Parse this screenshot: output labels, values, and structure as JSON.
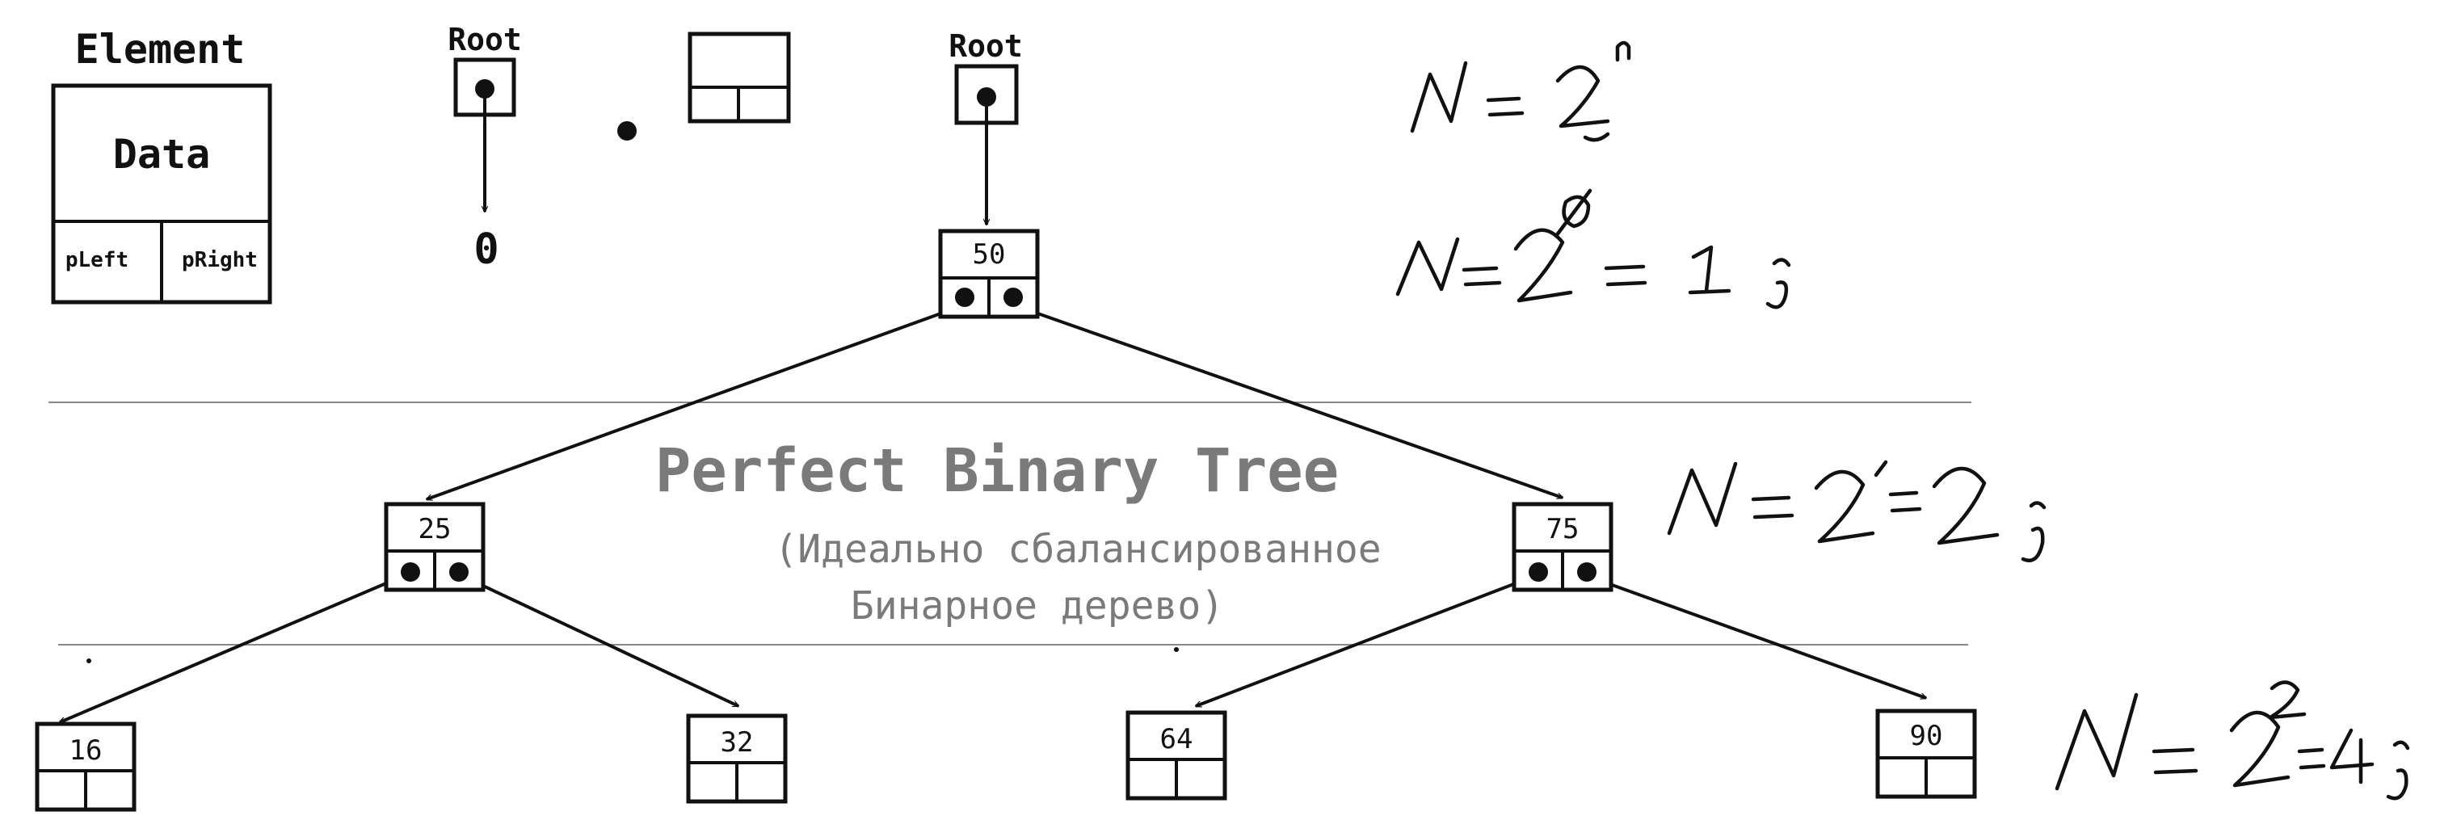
{
  "legend": {
    "title": "Element",
    "data_label": "Data",
    "left_label": "pLeft",
    "right_label": "pRight"
  },
  "empty_tree": {
    "root_label": "Root",
    "null_value": "0"
  },
  "tree": {
    "root_label": "Root",
    "nodes": {
      "n50": "50",
      "n25": "25",
      "n75": "75",
      "n16": "16",
      "n32": "32",
      "n64": "64",
      "n90": "90"
    }
  },
  "caption": {
    "title": "Perfect Binary Tree",
    "subtitle_line1": "(Идеально сбалансированное",
    "subtitle_line2": "Бинарное дерево)"
  }
}
